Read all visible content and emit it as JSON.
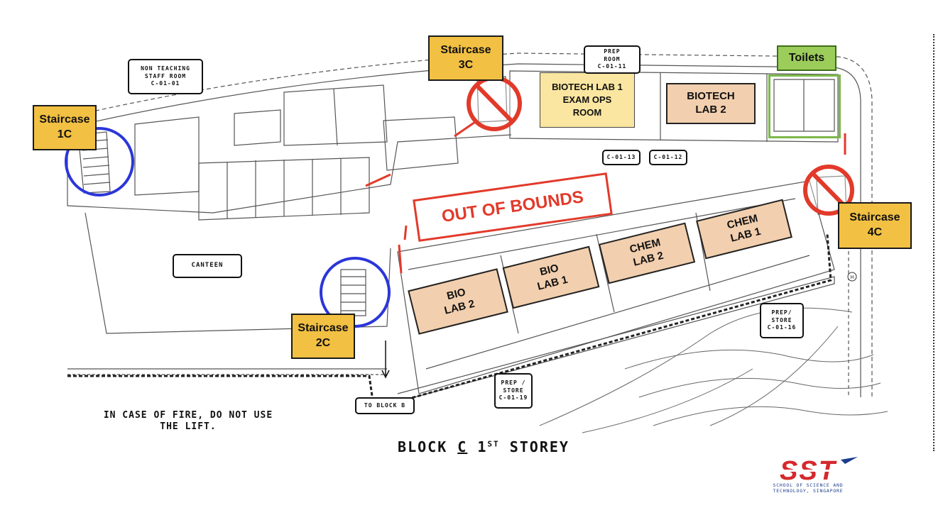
{
  "colors": {
    "staircase_fill": "#f2c043",
    "lab_fill": "#f2cfae",
    "exam_fill": "#fae6a0",
    "toilet_fill": "#9ccd5b",
    "out_of_bounds": "#e23a2a",
    "usable_staircase_ring": "#2b36d9",
    "no_entry_sign": "#e23a2a",
    "logo_red": "#d6282c",
    "logo_blue": "#1e3c8c"
  },
  "icons": {
    "no_entry": "no-entry-icon",
    "safe_route": "blue-circle-marker"
  },
  "staircases": [
    {
      "label": "Staircase\n1C",
      "usable": true
    },
    {
      "label": "Staircase\n2C",
      "usable": true
    },
    {
      "label": "Staircase\n3C",
      "usable": false
    },
    {
      "label": "Staircase\n4C",
      "usable": false
    }
  ],
  "rooms": {
    "bio_lab_2": "BIO\nLAB 2",
    "bio_lab_1": "BIO\nLAB 1",
    "chem_lab_2": "CHEM\nLAB 2",
    "chem_lab_1": "CHEM\nLAB 1",
    "biotech_lab_1": "BIOTECH LAB 1\nEXAM OPS\nROOM",
    "biotech_lab_2": "BIOTECH\nLAB 2",
    "toilets": "Toilets"
  },
  "tags": {
    "non_teaching": "NON TEACHING\nSTAFF ROOM\nC-01-01",
    "canteen": "CANTEEN",
    "prep_room": "PREP\nROOM\nC-01-11",
    "c0113": "C-01-13",
    "c0112": "C-01-12",
    "prep_store_16": "PREP/\nSTORE\nC-01-16",
    "prep_store_19": "PREP /\nSTORE\nC-01-19",
    "to_block_b": "TO BLOCK B"
  },
  "out_of_bounds": "OUT OF BOUNDS",
  "fire_note": "IN CASE OF FIRE, DO NOT USE\nTHE LIFT.",
  "title": {
    "prefix": "BLOCK ",
    "block": "C",
    "floor": " 1",
    "suffix": "ST",
    "word": " STOREY"
  },
  "logo": {
    "mark": "SST",
    "subtitle": "SCHOOL OF SCIENCE AND\nTECHNOLOGY, SINGAPORE"
  }
}
